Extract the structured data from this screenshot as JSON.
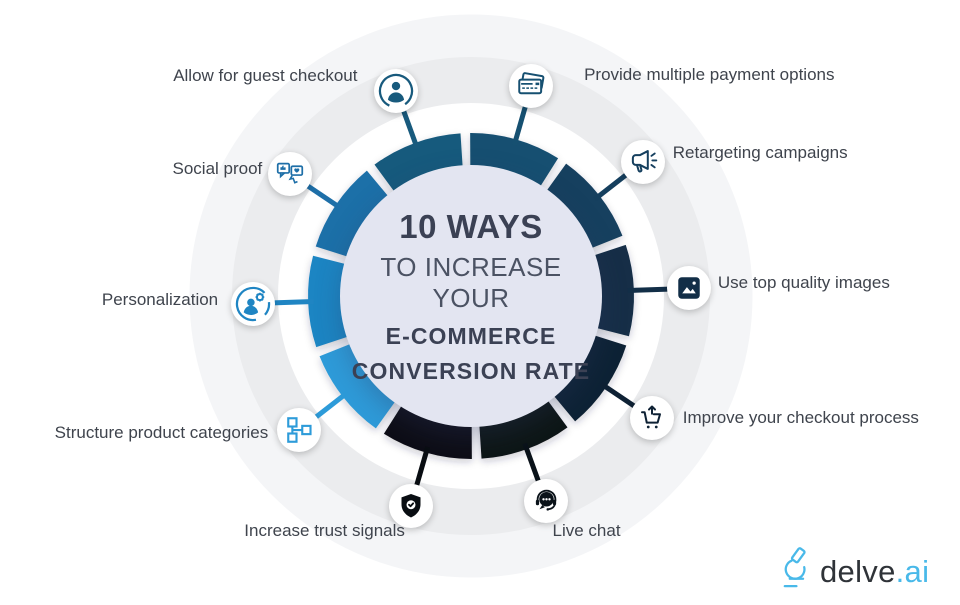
{
  "center": {
    "line1": "10 WAYS",
    "line2": "TO INCREASE YOUR",
    "line3": "E-COMMERCE",
    "line4": "CONVERSION RATE"
  },
  "items": [
    {
      "label": "Allow for guest checkout",
      "icon": "guest-user-icon",
      "color": "#185a7d"
    },
    {
      "label": "Provide multiple payment options",
      "icon": "payment-cards-icon",
      "color": "#165071"
    },
    {
      "label": "Retargeting campaigns",
      "icon": "megaphone-icon",
      "color": "#153f5e"
    },
    {
      "label": "Use top quality images",
      "icon": "image-icon",
      "color": "#122e47"
    },
    {
      "label": "Improve your checkout process",
      "icon": "cart-up-icon",
      "color": "#0e2134"
    },
    {
      "label": "Live chat",
      "icon": "chat-headset-icon",
      "color": "#0a1219"
    },
    {
      "label": "Increase trust signals",
      "icon": "shield-check-icon",
      "color": "#090d12"
    },
    {
      "label": "Structure product categories",
      "icon": "sitemap-icon",
      "color": "#2d9bd9"
    },
    {
      "label": "Personalization",
      "icon": "user-gear-icon",
      "color": "#1f85c3"
    },
    {
      "label": "Social proof",
      "icon": "social-review-icon",
      "color": "#1e6fa8"
    }
  ],
  "colors": {
    "ring_grey": "#ebecee",
    "ring_grey_outer": "#f4f5f7",
    "center_circle": "#e3e5f1",
    "title_dark": "#3b4154",
    "title_light": "#4b5263",
    "label_text": "#3f444d",
    "logo_accent": "#49b9e9",
    "logo_dark": "#2f3338"
  },
  "logo": {
    "word": "delve",
    "suffix": ".ai"
  }
}
